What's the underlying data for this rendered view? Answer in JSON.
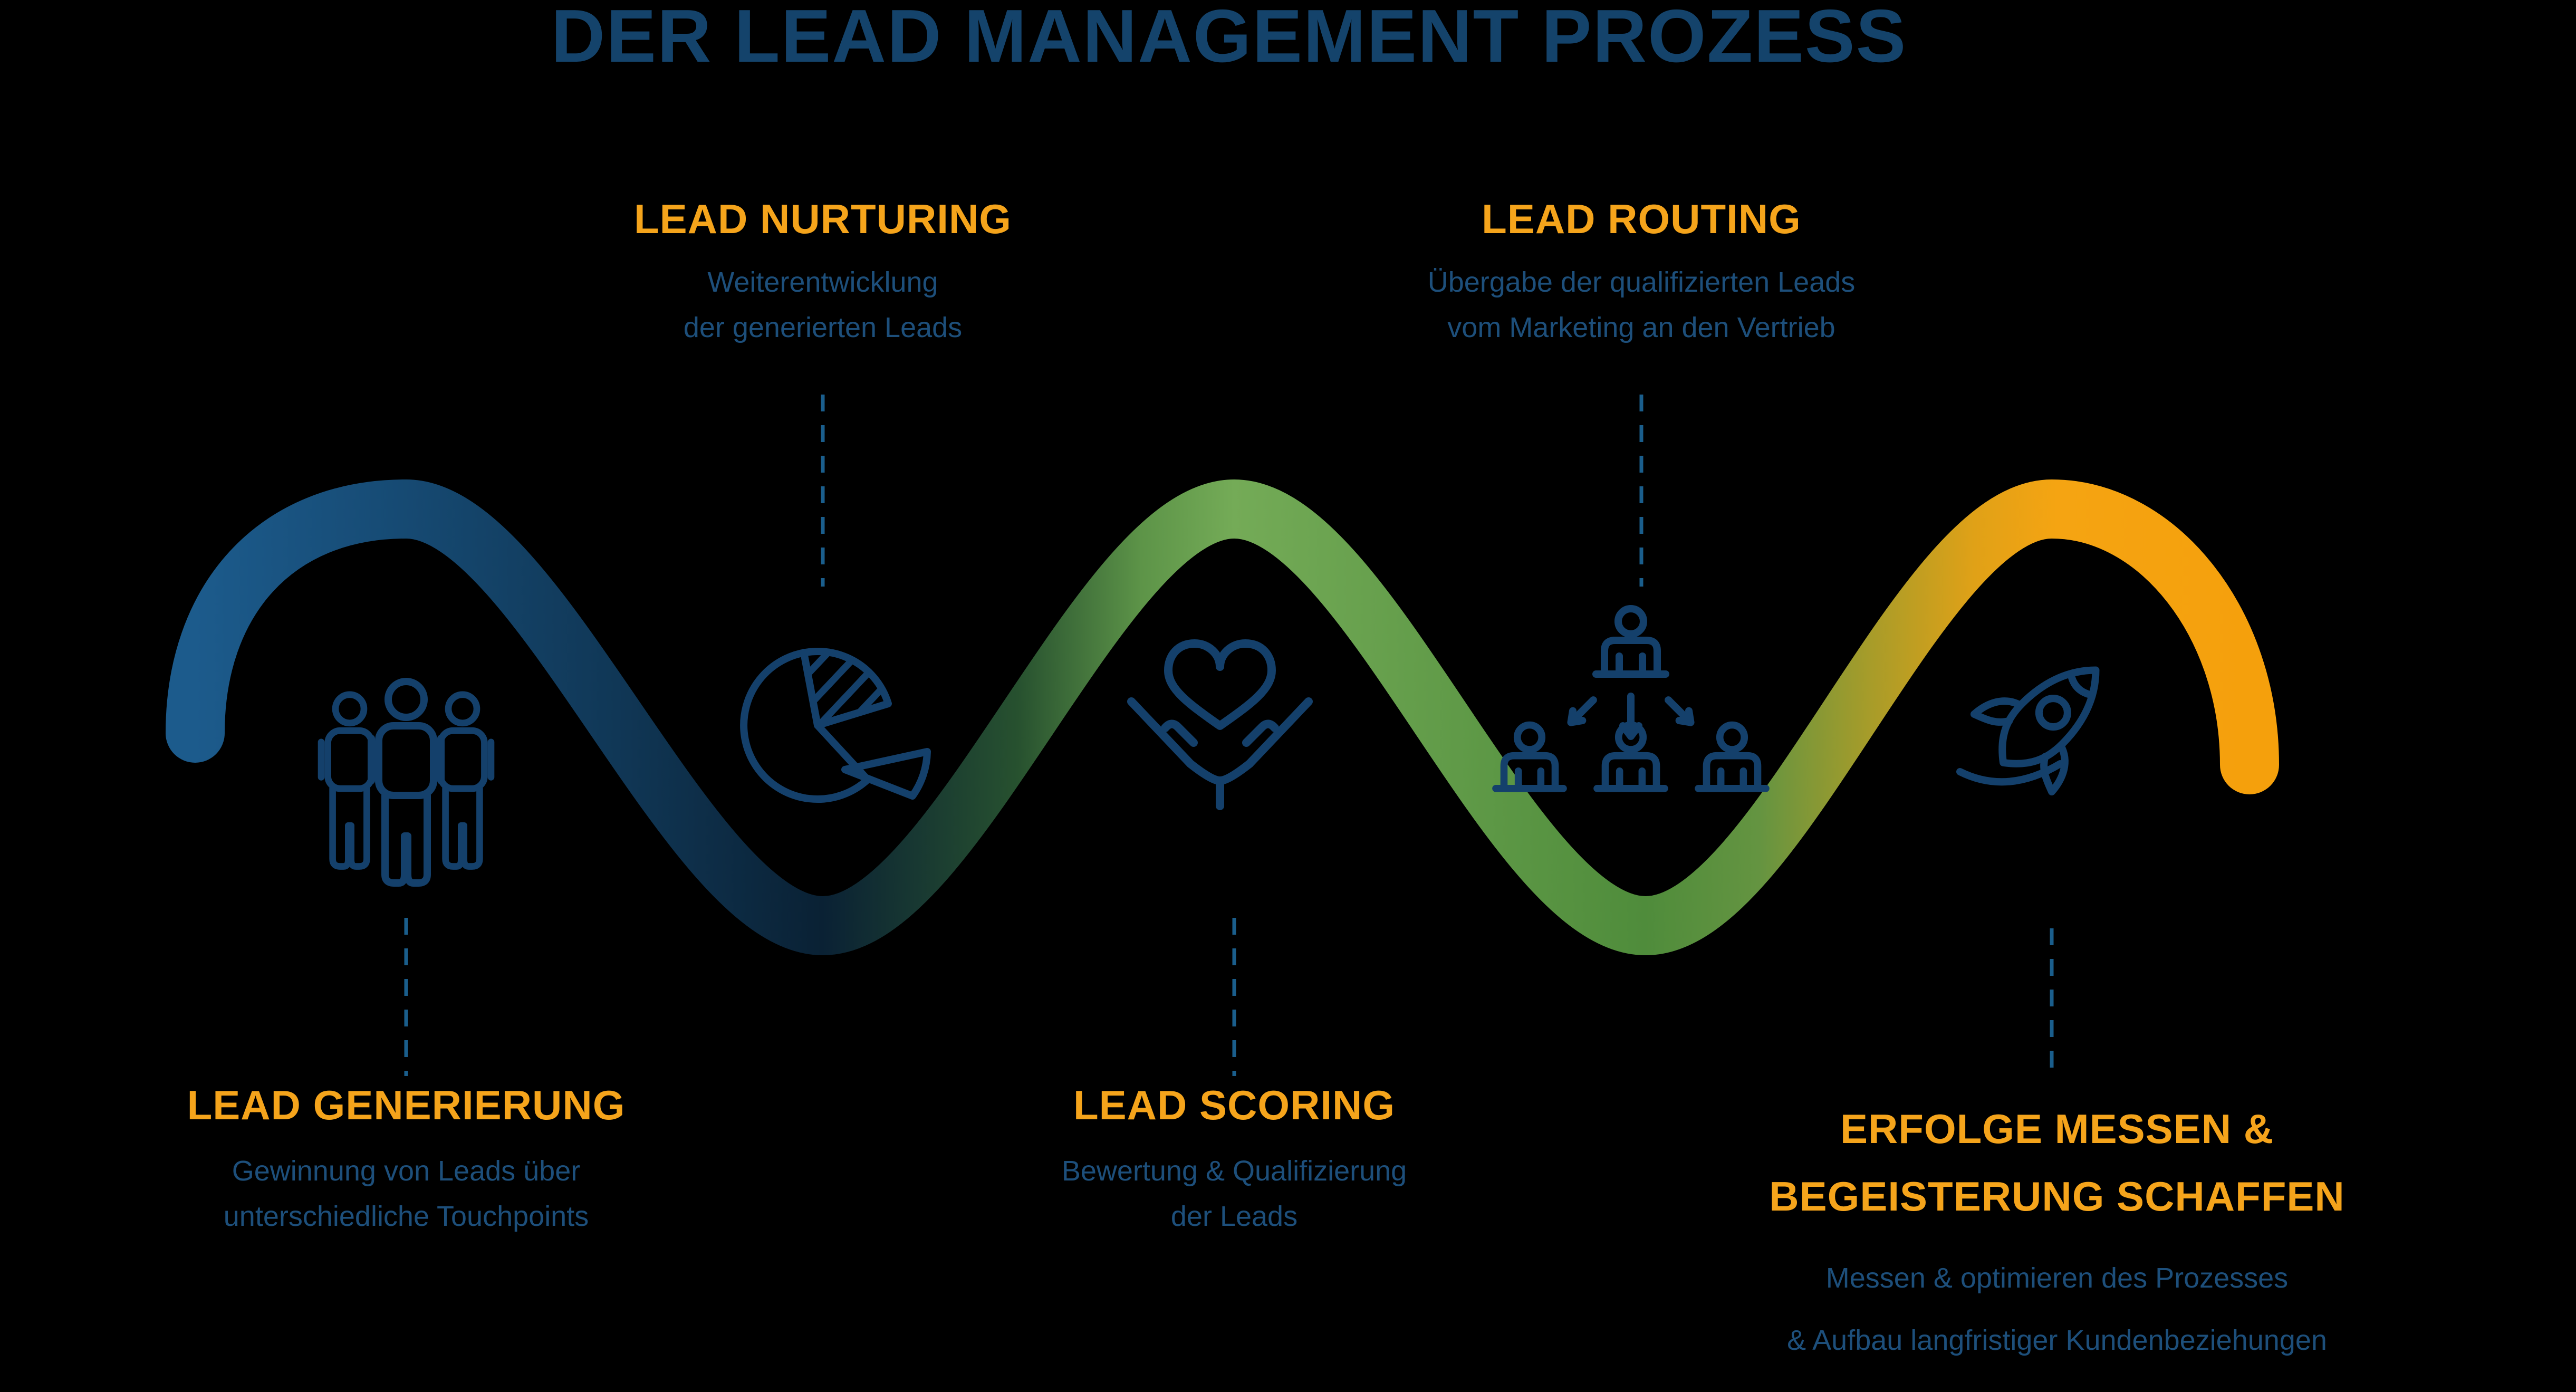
{
  "title": "DER LEAD MANAGEMENT PROZESS",
  "colors": {
    "background": "#000000",
    "title_text": "#14436B",
    "heading_accent": "#F5A41B",
    "description_text": "#1D4F7B",
    "icon_stroke": "#14406B",
    "dash_line": "#1A5E8C",
    "wave_navy": "#164A73",
    "wave_dark_navy": "#0A2134",
    "wave_green": "#74AB57",
    "wave_trough_green": "#4F8C3B",
    "wave_orange": "#F5A412"
  },
  "process": {
    "flow_shape": "serpentine-wave",
    "stages": [
      {
        "heading_lines": [
          "LEAD GENERIERUNG"
        ],
        "description_lines": [
          "Gewinnung von Leads über",
          "unterschiedliche Touchpoints"
        ],
        "icon": "people-group-icon",
        "label_position": "bottom",
        "wave_color_zone": "navy"
      },
      {
        "heading_lines": [
          "LEAD NURTURING"
        ],
        "description_lines": [
          "Weiterentwicklung",
          "der generierten Leads"
        ],
        "icon": "pie-chart-icon",
        "label_position": "top",
        "wave_color_zone": "dark-navy"
      },
      {
        "heading_lines": [
          "LEAD SCORING"
        ],
        "description_lines": [
          "Bewertung & Qualifizierung",
          "der Leads"
        ],
        "icon": "heart-in-hands-icon",
        "label_position": "bottom",
        "wave_color_zone": "green"
      },
      {
        "heading_lines": [
          "LEAD ROUTING"
        ],
        "description_lines": [
          "Übergabe der qualifizierten Leads",
          "vom Marketing an den Vertrieb"
        ],
        "icon": "people-distribution-icon",
        "label_position": "top",
        "wave_color_zone": "green"
      },
      {
        "heading_lines": [
          "ERFOLGE MESSEN &",
          "BEGEISTERUNG SCHAFFEN"
        ],
        "description_lines": [
          "Messen & optimieren des Prozesses",
          "& Aufbau langfristiger Kundenbeziehungen"
        ],
        "icon": "rocket-icon",
        "label_position": "bottom",
        "wave_color_zone": "orange"
      }
    ]
  }
}
